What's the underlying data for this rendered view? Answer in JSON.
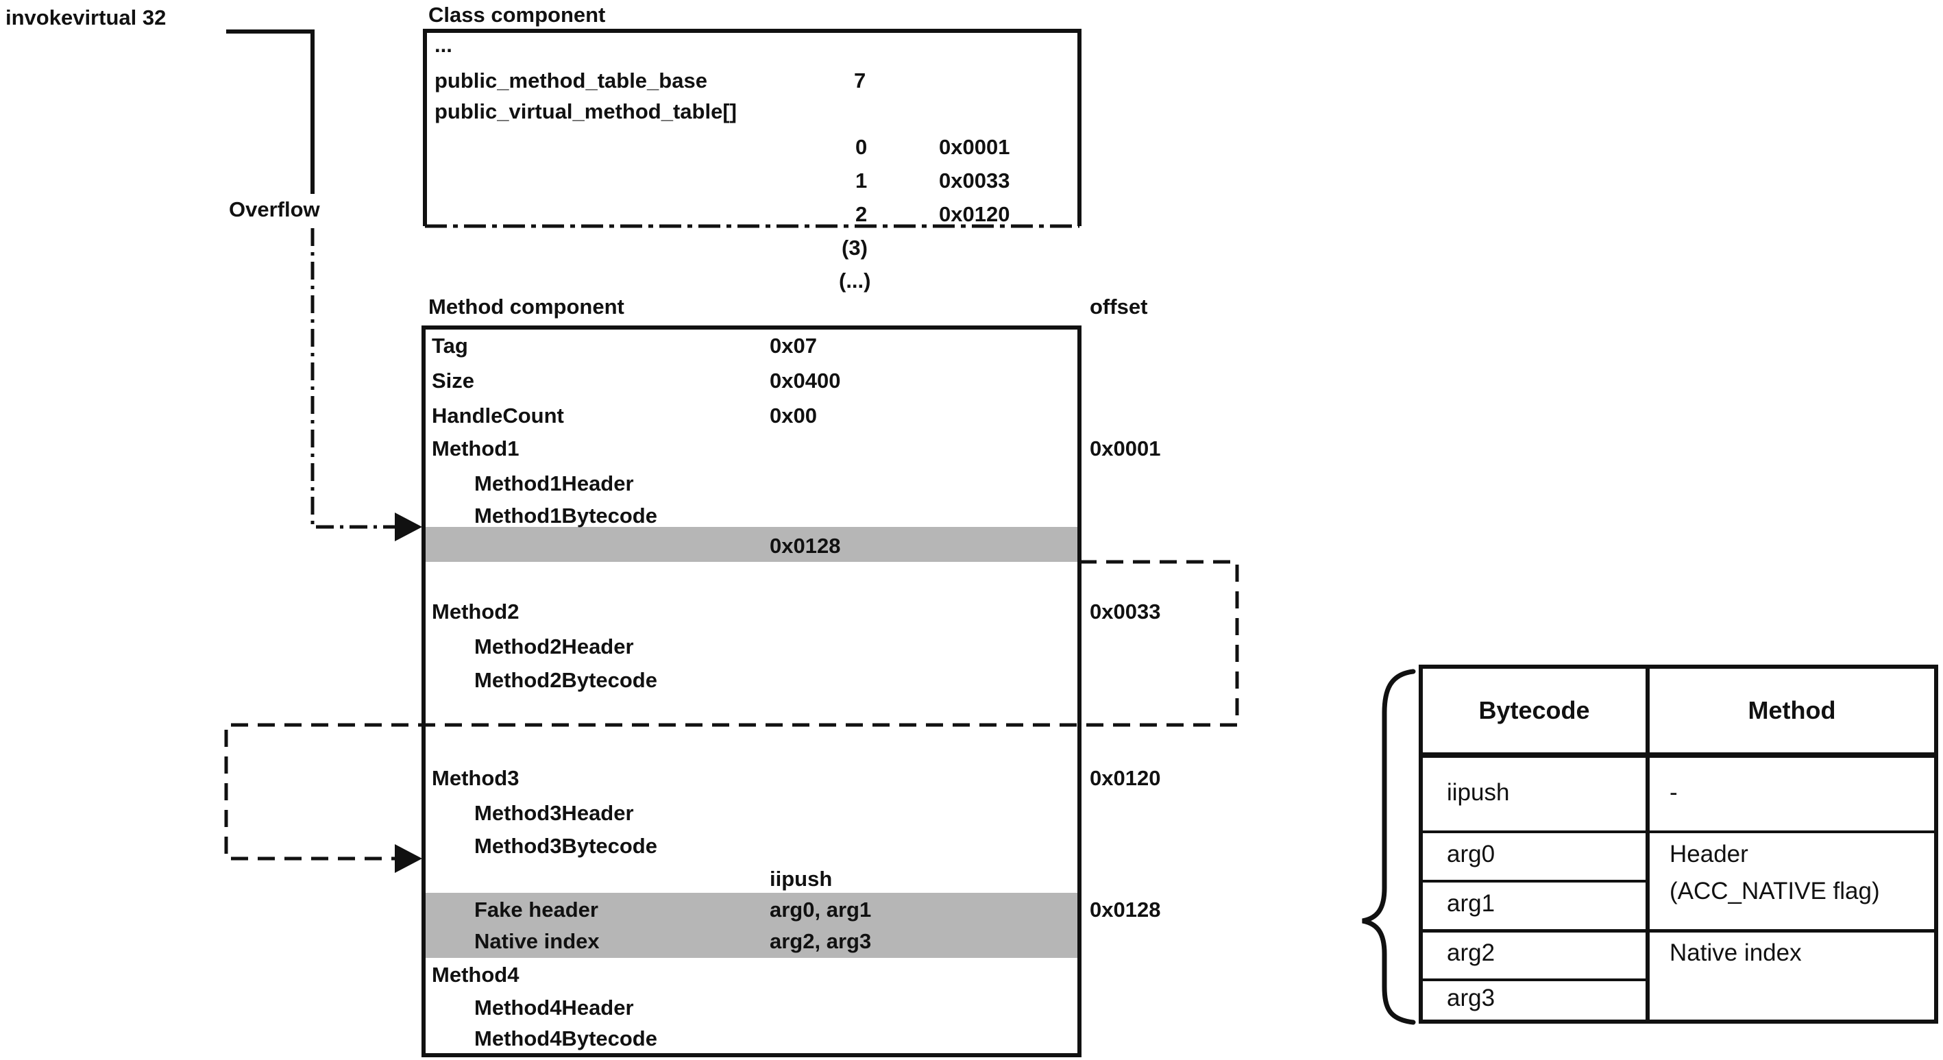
{
  "colors": {
    "ink": "#111111",
    "highlight": "#b6b6b6",
    "background": "#ffffff"
  },
  "annotations": {
    "invoke_label": "invokevirtual 32",
    "overflow_label": "Overflow"
  },
  "class_component": {
    "title": "Class component",
    "ellipsis": "...",
    "method_table_base": {
      "label": "public_method_table_base",
      "value": "7"
    },
    "virtual_method_table_label": "public_virtual_method_table[]",
    "entries": [
      {
        "index": "0",
        "value": "0x0001"
      },
      {
        "index": "1",
        "value": "0x0033"
      },
      {
        "index": "2",
        "value": "0x0120"
      }
    ],
    "truncation_index": "(3)",
    "truncation_ellipsis": "(...)"
  },
  "method_component": {
    "title": "Method component",
    "offset_heading": "offset",
    "fields": [
      {
        "label": "Tag",
        "value": "0x07"
      },
      {
        "label": "Size",
        "value": "0x0400"
      },
      {
        "label": "HandleCount",
        "value": "0x00"
      }
    ],
    "method1": {
      "label": "Method1",
      "header": "Method1Header",
      "bytecode": "Method1Bytecode",
      "offset": "0x0001"
    },
    "overflow_row": {
      "value": "0x0128"
    },
    "method2": {
      "label": "Method2",
      "header": "Method2Header",
      "bytecode": "Method2Bytecode",
      "offset": "0x0033"
    },
    "method3": {
      "label": "Method3",
      "header": "Method3Header",
      "bytecode": "Method3Bytecode",
      "offset": "0x0120"
    },
    "fake_area": {
      "iipush": "iipush",
      "fake_header_label": "Fake header",
      "fake_header_value": "arg0, arg1",
      "native_index_label": "Native index",
      "native_index_value": "arg2, arg3",
      "offset": "0x0128"
    },
    "method4": {
      "label": "Method4",
      "header": "Method4Header",
      "bytecode": "Method4Bytecode"
    }
  },
  "bytecode_table": {
    "headers": [
      "Bytecode",
      "Method"
    ],
    "rows": [
      {
        "bytecode": "iipush",
        "method": "-"
      },
      {
        "bytecode": "arg0",
        "method": "Header"
      },
      {
        "bytecode": "arg1",
        "method": "(ACC_NATIVE flag)"
      },
      {
        "bytecode": "arg2",
        "method": "Native index"
      },
      {
        "bytecode": "arg3",
        "method": ""
      }
    ]
  }
}
